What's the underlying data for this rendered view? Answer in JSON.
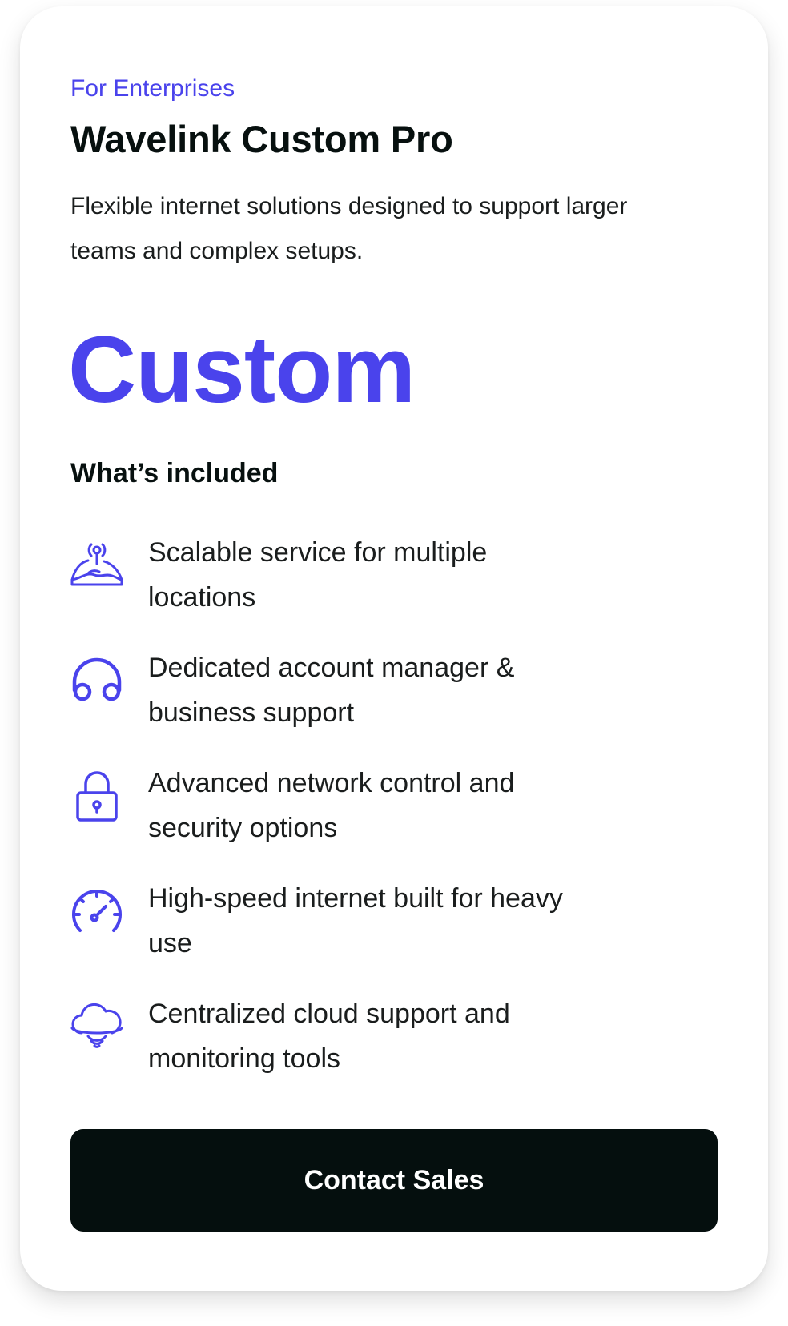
{
  "plan": {
    "eyebrow": "For Enterprises",
    "title": "Wavelink Custom Pro",
    "description": "Flexible internet solutions designed to support larger teams and complex setups.",
    "price": "Custom",
    "included_heading": "What’s included",
    "features": [
      {
        "icon": "location-signal-icon",
        "label": "Scalable service for multiple locations"
      },
      {
        "icon": "headset-icon",
        "label": "Dedicated account manager & business support"
      },
      {
        "icon": "lock-icon",
        "label": "Advanced network control and security options"
      },
      {
        "icon": "speedometer-icon",
        "label": "High-speed internet built for heavy use"
      },
      {
        "icon": "cloud-wifi-icon",
        "label": "Centralized cloud support and monitoring tools"
      }
    ],
    "cta_label": "Contact Sales"
  },
  "colors": {
    "accent": "#4a43ec",
    "text_dark": "#07100f",
    "button_bg": "#050f0e",
    "button_text": "#ffffff"
  }
}
